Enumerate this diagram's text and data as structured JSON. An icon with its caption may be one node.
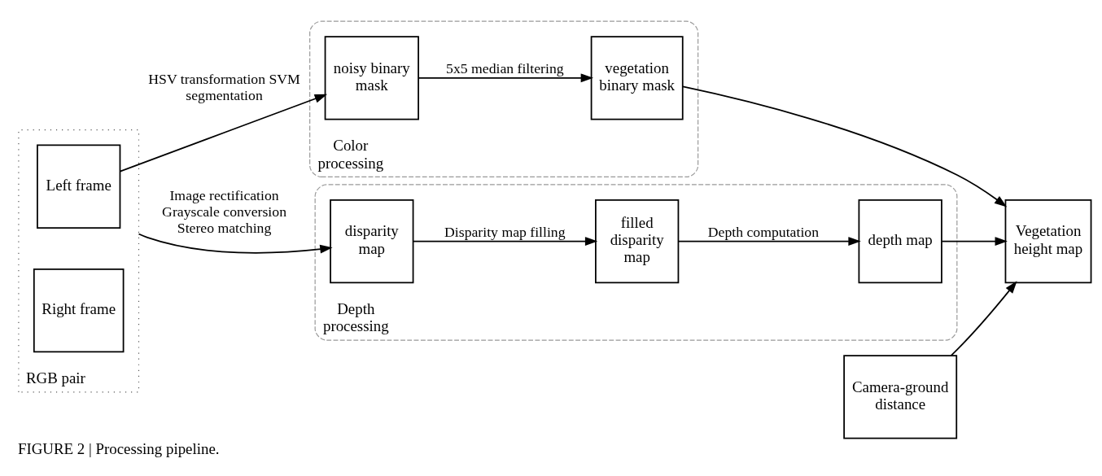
{
  "diagram": {
    "caption": "FIGURE 2 | Processing pipeline.",
    "nodes": [
      {
        "text": [
          "RGB pair"
        ]
      },
      {
        "text": [
          "Left frame"
        ],
        "in": 0
      },
      {
        "text": [
          "Right frame"
        ],
        "in": 0
      },
      {
        "text": [
          "Color processing"
        ]
      },
      {
        "text": [
          "noisy binary mask"
        ],
        "in": 3
      },
      {
        "text": [
          "vegetation binary mask"
        ],
        "in": 3
      },
      {
        "text": [
          "Vegetation height map"
        ]
      },
      {
        "text": [
          "Camera-ground distance"
        ]
      },
      {
        "text": [
          "Depth processing"
        ]
      },
      {
        "text": [
          "disparity map"
        ],
        "in": 8
      },
      {
        "text": [
          "filled disparity map"
        ],
        "in": 8
      },
      {
        "text": [
          "depth map"
        ],
        "in": 8
      }
    ],
    "edges": [
      {
        "from": 1,
        "to": 4,
        "arrow": "to",
        "label": "HSV transformation SVM segmentation"
      },
      {
        "from": 4,
        "to": 5,
        "arrow": "to",
        "label": "5x5 median filtering"
      },
      {
        "from": 5,
        "to": 6,
        "arrow": "to"
      },
      {
        "from": 7,
        "to": 6,
        "arrow": "to"
      },
      {
        "from": 11,
        "to": 6,
        "arrow": "to"
      },
      {
        "from": 0,
        "to": 9,
        "arrow": "to",
        "label": "Image rectification Grayscale conversion Stereo matching"
      },
      {
        "from": 9,
        "to": 10,
        "arrow": "to",
        "label": "Disparity map filling"
      },
      {
        "from": 10,
        "to": 11,
        "arrow": "to",
        "label": "Depth computation"
      }
    ]
  }
}
